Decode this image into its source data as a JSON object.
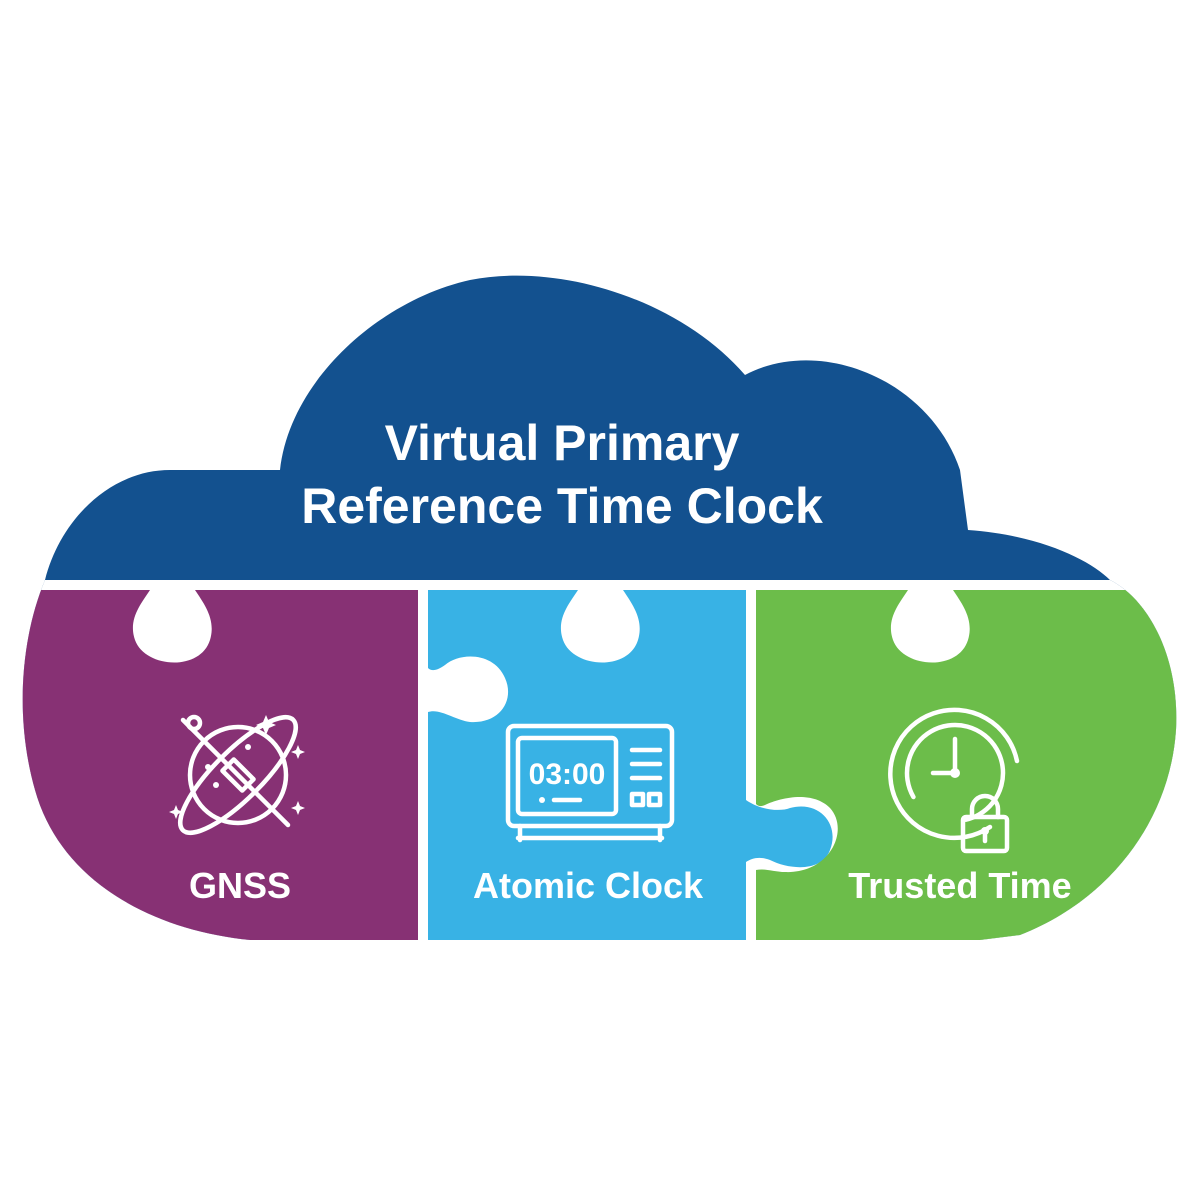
{
  "title": {
    "line1": "Virtual Primary",
    "line2": "Reference Time Clock"
  },
  "pieces": [
    {
      "label": "GNSS",
      "icon": "satellite-globe-icon",
      "color": "#873174"
    },
    {
      "label": "Atomic Clock",
      "icon": "atomic-clock-display-icon",
      "color": "#38b2e5",
      "display": "03:00"
    },
    {
      "label": "Trusted Time",
      "icon": "clock-lock-icon",
      "color": "#6cbd4a"
    }
  ],
  "colors": {
    "cloud": "#13518f",
    "background": "#ffffff"
  }
}
